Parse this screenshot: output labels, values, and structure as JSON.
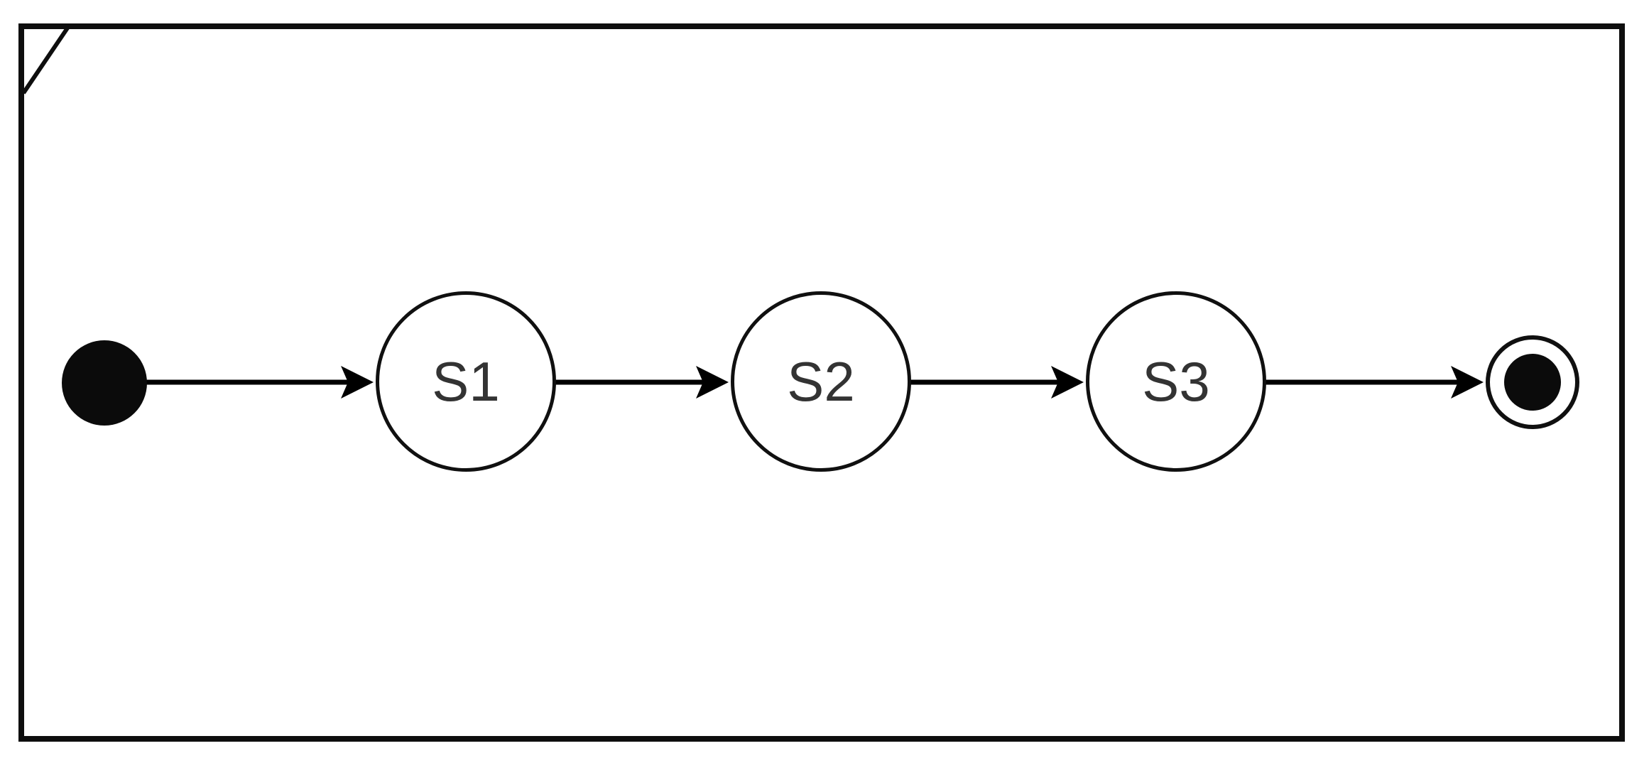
{
  "diagram": {
    "type": "uml-state-machine",
    "states": [
      {
        "id": "s1",
        "label": "S1"
      },
      {
        "id": "s2",
        "label": "S2"
      },
      {
        "id": "s3",
        "label": "S3"
      }
    ],
    "initial_state": {
      "kind": "initial"
    },
    "final_state": {
      "kind": "final"
    },
    "transitions": [
      {
        "from": "initial",
        "to": "S1"
      },
      {
        "from": "S1",
        "to": "S2"
      },
      {
        "from": "S2",
        "to": "S3"
      },
      {
        "from": "S3",
        "to": "final"
      }
    ],
    "colors": {
      "stroke": "#0e0e0e",
      "label": "#333333",
      "background": "#ffffff"
    }
  }
}
